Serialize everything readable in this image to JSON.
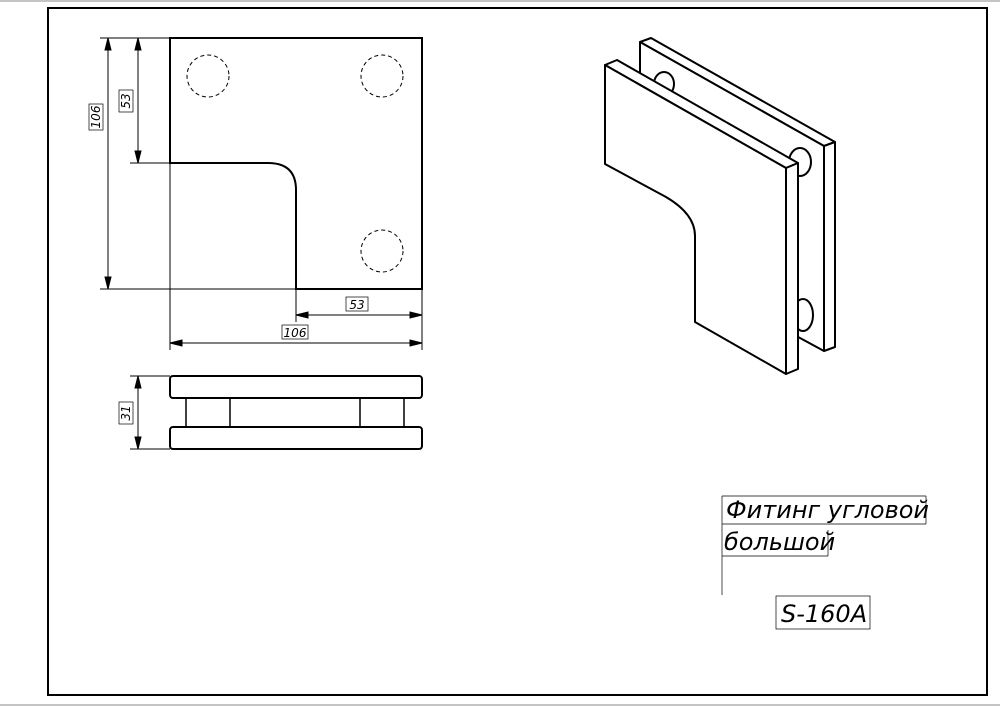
{
  "title": {
    "line1": "Фитинг угловой",
    "line2": "большой",
    "code": "S-160A"
  },
  "dimensions": {
    "total_height": "106",
    "upper_height": "53",
    "lower_width": "53",
    "total_width": "106",
    "thickness": "31"
  },
  "colors": {
    "line": "#000000",
    "background": "#ffffff"
  }
}
